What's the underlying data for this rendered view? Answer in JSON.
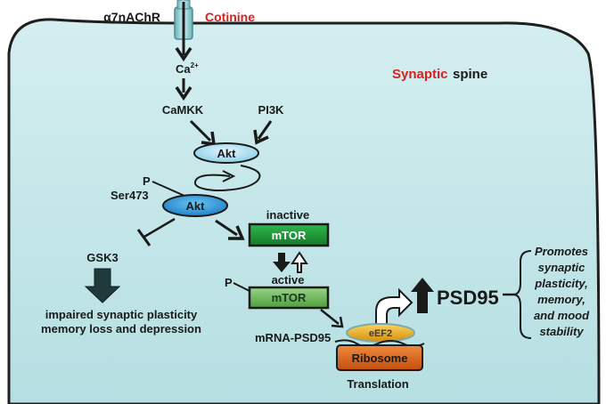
{
  "receptor": {
    "name": "α7nAChR",
    "ligand": "Cotinine"
  },
  "compartment": {
    "word1": "Synaptic",
    "word2": "spine"
  },
  "ion": {
    "base": "Ca",
    "charge": "2+"
  },
  "kinases": {
    "camkk": "CaMKK",
    "pi3k": "PI3K",
    "akt_top": "Akt",
    "akt_phos": "Akt"
  },
  "phospho": {
    "p_akt": "P",
    "site": "Ser473",
    "p_mtor": "P"
  },
  "gsk3": {
    "label": "GSK3",
    "outcome_line1": "impaired synaptic plasticity",
    "outcome_line2": "memory loss and depression"
  },
  "mtor": {
    "inactive_label": "inactive",
    "inactive_box": "mTOR",
    "active_label": "active",
    "active_box": "mTOR"
  },
  "translation": {
    "mrna": "mRNA-PSD95",
    "eef2": "eEF2",
    "ribosome": "Ribosome",
    "label": "Translation"
  },
  "psd95": "PSD95",
  "effects": {
    "line1": "Promotes",
    "line2": "synaptic",
    "line3": "plasticity,",
    "line4": "memory,",
    "line5": "and mood",
    "line6": "stability"
  },
  "colors": {
    "cytoplasm": "#bfe3e6",
    "membrane": "#1f1f1f",
    "akt_light": "#a9dcef",
    "akt_dark": "#1f8fd6",
    "mtor_inactive": "#1e9e3a",
    "mtor_active": "#6cbf5a",
    "eef2": "#f0b020",
    "ribosome": "#e0661a",
    "receptor": "#8fc6cc",
    "arrow_dark": "#203c3e"
  }
}
